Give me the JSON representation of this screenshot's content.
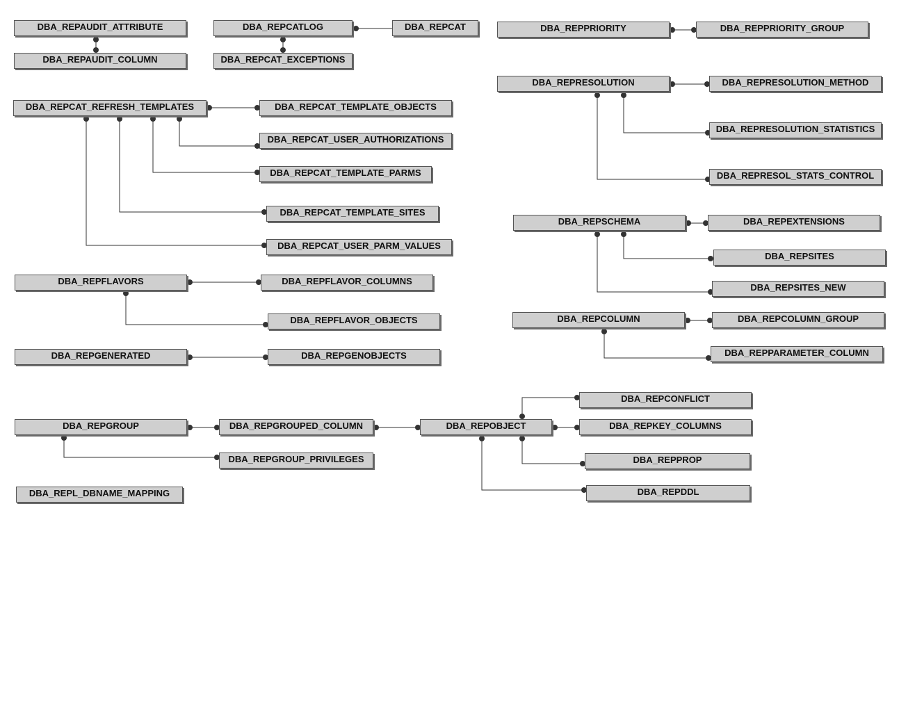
{
  "entities": [
    "DBA_REPAUDIT_ATTRIBUTE",
    "DBA_REPAUDIT_COLUMN",
    "DBA_REPCATLOG",
    "DBA_REPCAT",
    "DBA_REPCAT_EXCEPTIONS",
    "DBA_REPPRIORITY",
    "DBA_REPPRIORITY_GROUP",
    "DBA_REPRESOLUTION",
    "DBA_REPRESOLUTION_METHOD",
    "DBA_REPRESOLUTION_STATISTICS",
    "DBA_REPRESOL_STATS_CONTROL",
    "DBA_REPCAT_REFRESH_TEMPLATES",
    "DBA_REPCAT_TEMPLATE_OBJECTS",
    "DBA_REPCAT_USER_AUTHORIZATIONS",
    "DBA_REPCAT_TEMPLATE_PARMS",
    "DBA_REPCAT_TEMPLATE_SITES",
    "DBA_REPCAT_USER_PARM_VALUES",
    "DBA_REPSCHEMA",
    "DBA_REPEXTENSIONS",
    "DBA_REPSITES",
    "DBA_REPSITES_NEW",
    "DBA_REPFLAVORS",
    "DBA_REPFLAVOR_COLUMNS",
    "DBA_REPFLAVOR_OBJECTS",
    "DBA_REPCOLUMN",
    "DBA_REPCOLUMN_GROUP",
    "DBA_REPPARAMETER_COLUMN",
    "DBA_REPGENERATED",
    "DBA_REPGENOBJECTS",
    "DBA_REPCONFLICT",
    "DBA_REPGROUP",
    "DBA_REPGROUPED_COLUMN",
    "DBA_REPOBJECT",
    "DBA_REPKEY_COLUMNS",
    "DBA_REPGROUP_PRIVILEGES",
    "DBA_REPPROP",
    "DBA_REPL_DBNAME_MAPPING",
    "DBA_REPDDL"
  ]
}
